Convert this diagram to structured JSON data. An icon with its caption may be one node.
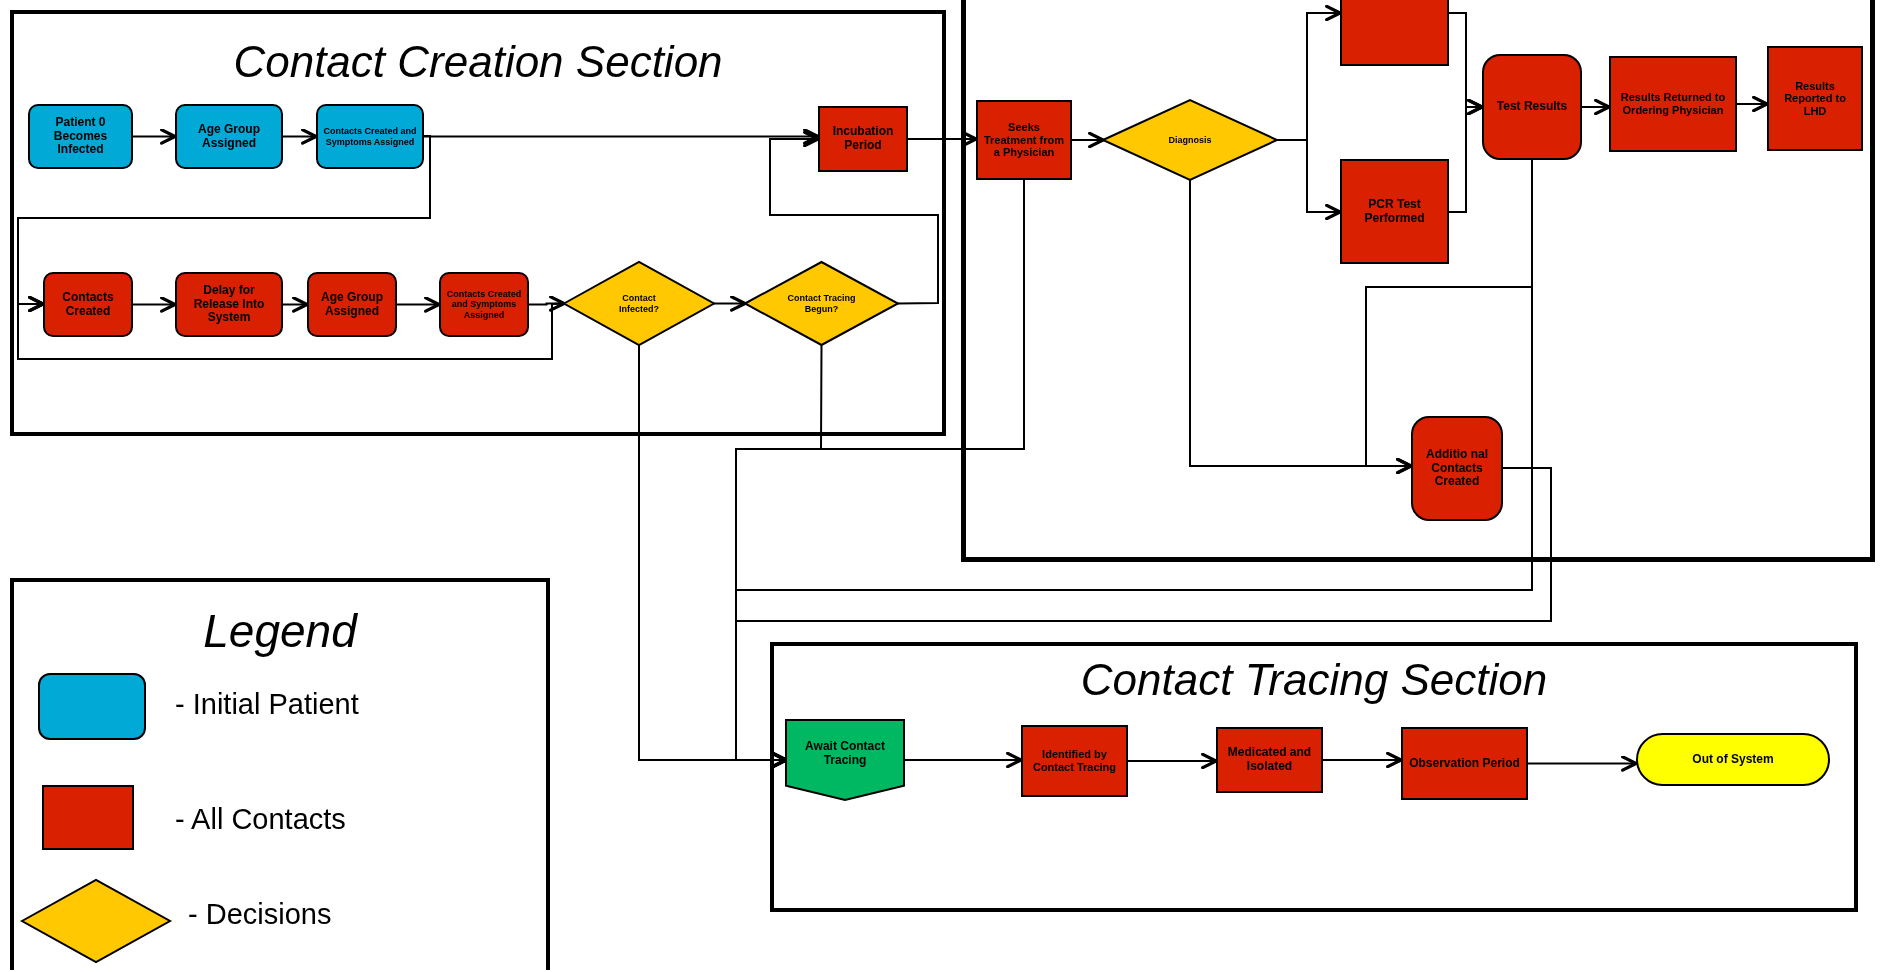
{
  "diagram": {
    "nodes": [
      {
        "text": [
          "Contact Creation Section"
        ]
      },
      {
        "text": [
          "Patient 0 Becomes Infected"
        ],
        "in": 0
      },
      {
        "text": [
          "Age Group Assigned"
        ],
        "in": 0
      },
      {
        "text": [
          "Contacts Created and Symptoms Assigned"
        ],
        "in": 0
      },
      {
        "text": [
          "Incubation Period"
        ],
        "in": 0
      },
      {
        "text": [
          "Contacts Created"
        ],
        "in": 0
      },
      {
        "text": [
          "Delay for Release Into System"
        ],
        "in": 0
      },
      {
        "text": [
          "Age Group Assigned"
        ],
        "in": 0
      },
      {
        "text": [
          "Contacts Created and Symptoms Assigned"
        ],
        "in": 0
      },
      {
        "text": [
          "Contact Infected?"
        ],
        "in": 0
      },
      {
        "text": [
          "Contact Tracing Begun?"
        ],
        "in": 0
      },
      {
        "text": [],
        "shape": "box"
      },
      {
        "text": [
          "Seeks Treatment from a Physician"
        ],
        "in": 11
      },
      {
        "text": [
          "Diagnosis"
        ],
        "in": 11
      },
      {
        "text": [],
        "shape": "box",
        "in": 11
      },
      {
        "text": [
          "PCR Test Performed"
        ],
        "in": 11
      },
      {
        "text": [
          "Test Results"
        ],
        "in": 11
      },
      {
        "text": [
          "Results Returned to Ordering Physician"
        ],
        "in": 11
      },
      {
        "text": [
          "Results Reported to LHD"
        ],
        "in": 11
      },
      {
        "text": [
          "Additio nal Contacts Created"
        ],
        "in": 11
      },
      {
        "text": [
          "Contact Tracing Section"
        ]
      },
      {
        "text": [
          "Await Contact Tracing"
        ],
        "in": 20
      },
      {
        "text": [
          "Identified by Contact Tracing"
        ],
        "in": 20
      },
      {
        "text": [
          "Medicated and Isolated"
        ],
        "in": 20
      },
      {
        "text": [
          "Observation Period"
        ],
        "in": 20
      },
      {
        "text": [
          "Out of System"
        ],
        "in": 20
      }
    ],
    "edges": [
      {
        "from": 1,
        "to": 2,
        "arrow": "to"
      },
      {
        "from": 2,
        "to": 3,
        "arrow": "to"
      },
      {
        "from": 3,
        "to": 4,
        "arrow": "to"
      },
      {
        "from": 3,
        "to": 5,
        "arrow": "to"
      },
      {
        "from": 5,
        "to": 6,
        "arrow": "to"
      },
      {
        "from": 6,
        "to": 7,
        "arrow": "to"
      },
      {
        "from": 7,
        "to": 8,
        "arrow": "to"
      },
      {
        "from": 8,
        "to": 9,
        "arrow": "to"
      },
      {
        "from": 9,
        "to": 10,
        "arrow": "to"
      },
      {
        "from": 9,
        "to": 5,
        "arrow": "to"
      },
      {
        "from": 10,
        "to": 4,
        "arrow": "to"
      },
      {
        "from": 4,
        "to": 12,
        "arrow": "to"
      },
      {
        "from": 12,
        "to": 13,
        "arrow": "to"
      },
      {
        "from": 13,
        "to": 14,
        "arrow": "to"
      },
      {
        "from": 13,
        "to": 15,
        "arrow": "to"
      },
      {
        "from": 14,
        "to": 16,
        "arrow": "to"
      },
      {
        "from": 15,
        "to": 16,
        "arrow": "to"
      },
      {
        "from": 16,
        "to": 17,
        "arrow": "to"
      },
      {
        "from": 17,
        "to": 18,
        "arrow": "to"
      },
      {
        "from": 13,
        "to": 19,
        "arrow": "to"
      },
      {
        "from": 16,
        "to": 19,
        "arrow": "to"
      },
      {
        "from": 12,
        "to": 21,
        "arrow": "to"
      },
      {
        "from": 10,
        "to": 21,
        "arrow": "to"
      },
      {
        "from": 9,
        "to": 21,
        "arrow": "to"
      },
      {
        "from": 16,
        "to": 21,
        "arrow": "to"
      },
      {
        "from": 19,
        "to": 21,
        "arrow": "to"
      },
      {
        "from": 21,
        "to": 22,
        "arrow": "to"
      },
      {
        "from": 22,
        "to": 23,
        "arrow": "to"
      },
      {
        "from": 23,
        "to": 24,
        "arrow": "to"
      },
      {
        "from": 24,
        "to": 25,
        "arrow": "to"
      }
    ],
    "labels": [
      "Legend"
    ],
    "legend": [
      {
        "text": "- Initial Patient",
        "color": "#00a9d6"
      },
      {
        "text": "- All Contacts",
        "color": "#d92000"
      },
      {
        "text": "- Decisions",
        "color": "#ffc800"
      }
    ]
  }
}
